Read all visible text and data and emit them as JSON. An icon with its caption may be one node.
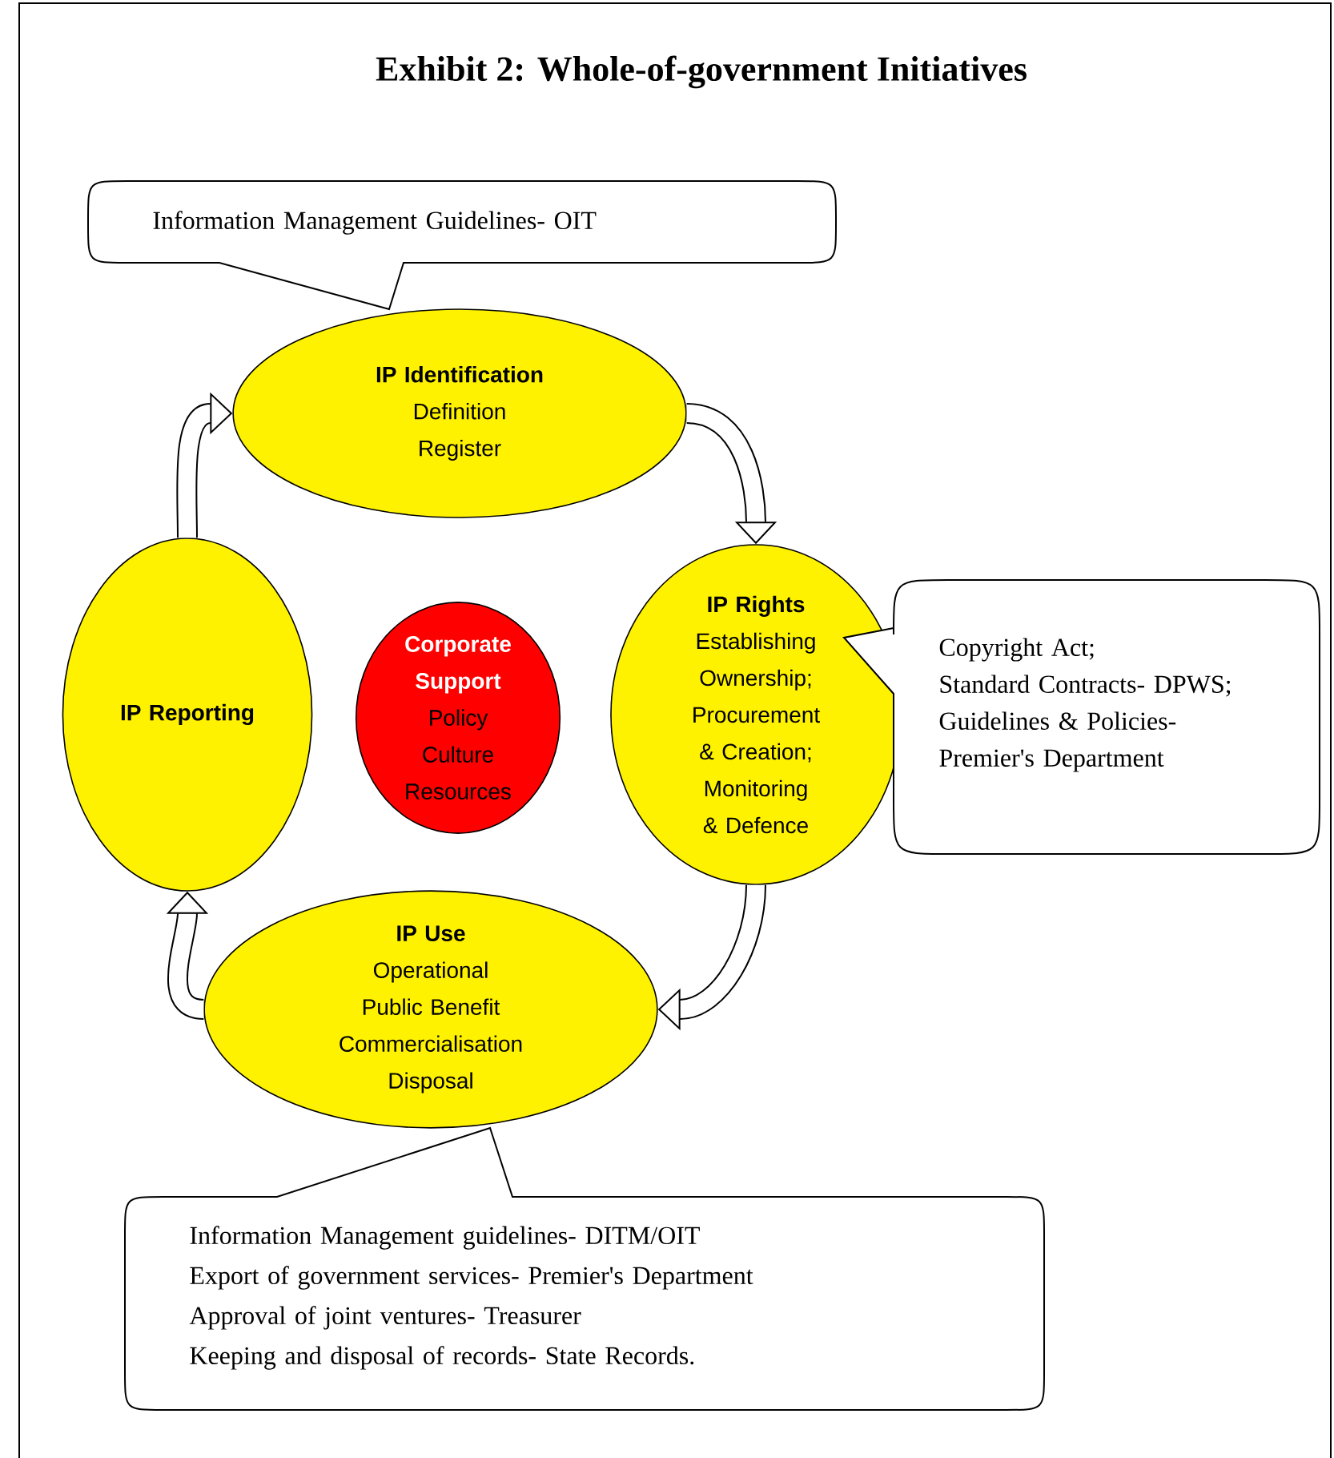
{
  "diagram": {
    "title": "Exhibit 2:        Whole-of-government Initiatives",
    "nodes": [
      {
        "text": [
          "Information Management Guidelines- OIT"
        ]
      },
      {
        "text": [
          "IP Identification",
          "Definition",
          "Register"
        ]
      },
      {
        "text": [
          "IP Rights",
          "Establishing Ownership;",
          "Procurement & Creation;",
          "Monitoring & Defence"
        ]
      },
      {
        "text": [
          "Copyright Act;",
          "Standard Contracts- DPWS;",
          "Guidelines & Policies- Premier's Department"
        ]
      },
      {
        "text": [
          "IP Use",
          "Operational",
          "Public Benefit",
          "Commercialisation",
          "Disposal"
        ]
      },
      {
        "text": [
          "Information Management guidelines- DITM/OIT",
          "Export of government  services- Premier's Department",
          "Approval of joint ventures- Treasurer",
          "Keeping and disposal of records- State Records."
        ]
      },
      {
        "text": [
          "IP Reporting"
        ]
      },
      {
        "text": [
          "Corporate Support",
          "Policy",
          "Culture",
          "Resources"
        ]
      }
    ],
    "edges": [
      {
        "from": 6,
        "to": 1,
        "arrow": "to"
      },
      {
        "from": 1,
        "to": 2,
        "arrow": "to"
      },
      {
        "from": 2,
        "to": 4,
        "arrow": "to"
      },
      {
        "from": 4,
        "to": 6,
        "arrow": "to"
      }
    ]
  }
}
